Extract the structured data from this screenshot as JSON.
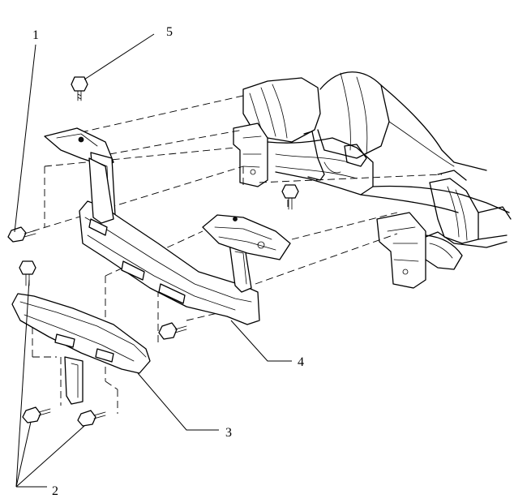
{
  "callouts": [
    {
      "id": "1",
      "label": "1"
    },
    {
      "id": "2",
      "label": "2"
    },
    {
      "id": "3",
      "label": "3"
    },
    {
      "id": "4",
      "label": "4"
    },
    {
      "id": "5",
      "label": "5"
    }
  ],
  "colors": {
    "ink": "#000000",
    "background": "#ffffff"
  },
  "icons": [
    "bolt-icon"
  ]
}
